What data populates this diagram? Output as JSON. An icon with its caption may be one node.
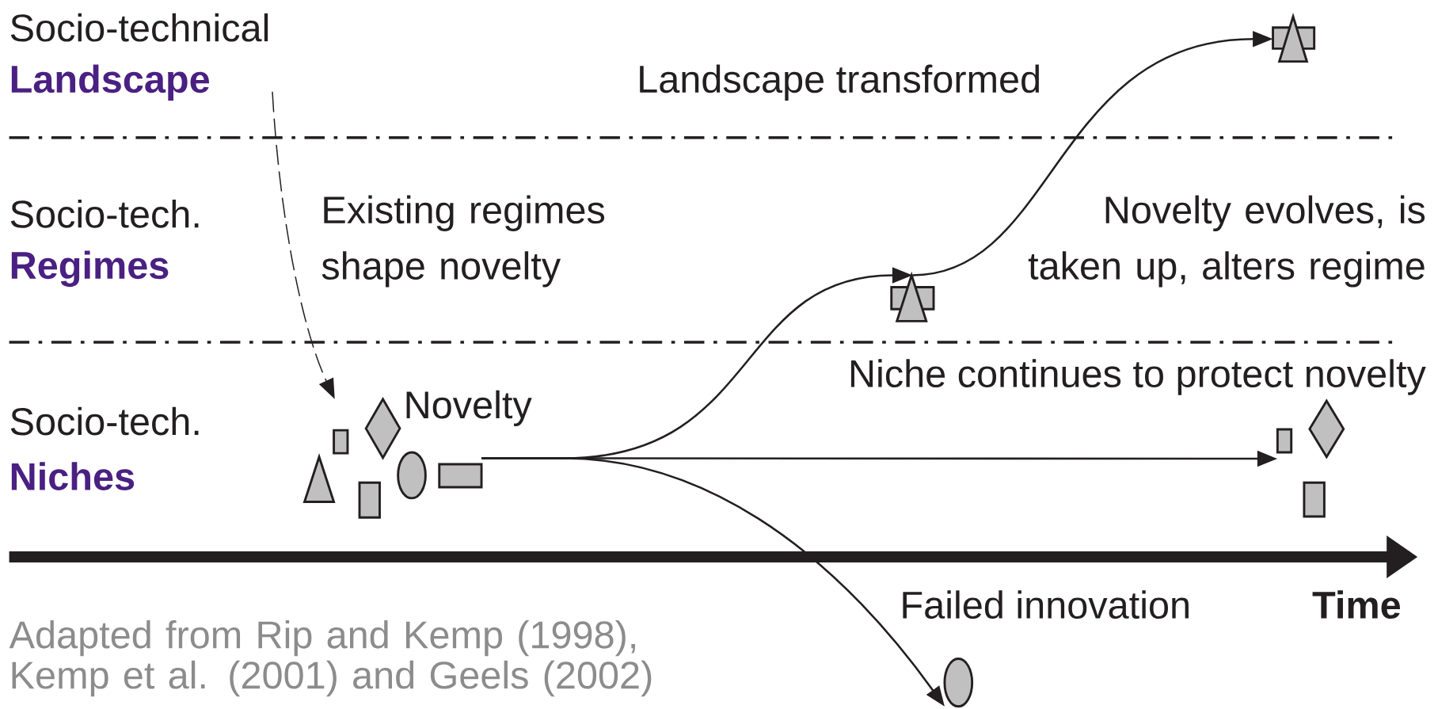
{
  "diagram": {
    "caption": "Adapted from Rip and Kemp (1998), Kemp et al. (2001) and Geels (2002)",
    "nodes": [
      {
        "text": [],
        "shape": "shapes"
      },
      {
        "text": [],
        "shape": "shapes"
      },
      {
        "text": [
          "Novelty"
        ]
      },
      {
        "text": [],
        "shape": "shapes"
      },
      {
        "text": [],
        "shape": "ellipse"
      }
    ],
    "edges": [
      {
        "from": null,
        "to": 2,
        "arrow": "to",
        "style": "dashed"
      },
      {
        "from": 2,
        "to": 1,
        "arrow": "to"
      },
      {
        "from": 1,
        "to": 0,
        "arrow": "to"
      },
      {
        "from": 2,
        "to": 3,
        "arrow": "to"
      },
      {
        "from": 2,
        "to": 4,
        "arrow": "to"
      }
    ],
    "labels": [
      "Socio-technical",
      "Landscape",
      "Landscape transformed",
      "Socio-tech.",
      "Regimes",
      "Existing regimes shape novelty",
      "Novelty evolves, is taken up, alters regime",
      "Niche continues to protect novelty",
      "Socio-tech.",
      "Niches",
      "Failed innovation",
      "Time"
    ]
  }
}
